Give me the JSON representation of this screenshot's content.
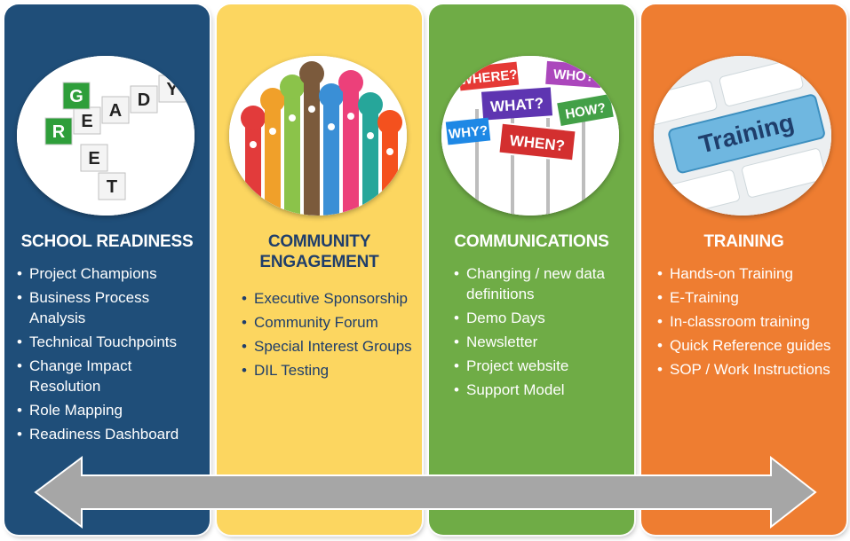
{
  "colors": {
    "school": "#1f4e79",
    "community": "#fcd660",
    "communications": "#6fac46",
    "training": "#ee7d31",
    "arrow": "#a6a6a6",
    "arrow_stroke": "#ffffff"
  },
  "panels": [
    {
      "id": "school-readiness",
      "image_label": "get-ready-dice-image",
      "title": "SCHOOL READINESS",
      "items": [
        "Project Champions",
        "Business Process Analysis",
        "Technical Touchpoints",
        "Change Impact Resolution",
        "Role Mapping",
        "Readiness Dashboard"
      ]
    },
    {
      "id": "community-engagement",
      "image_label": "raised-hands-image",
      "title": "COMMUNITY ENGAGEMENT",
      "items": [
        "Executive Sponsorship",
        "Community Forum",
        "Special Interest Groups",
        "DIL Testing"
      ]
    },
    {
      "id": "communications",
      "image_label": "question-signs-image",
      "title": "COMMUNICATIONS",
      "items": [
        "Changing / new data definitions",
        "Demo Days",
        "Newsletter",
        "Project website",
        "Support Model"
      ]
    },
    {
      "id": "training",
      "image_label": "training-key-image",
      "title": "TRAINING",
      "items": [
        "Hands-on Training",
        "E-Training",
        "In-classroom training",
        "Quick Reference guides",
        "SOP / Work Instructions"
      ]
    }
  ],
  "image_text": {
    "dice_top": [
      "R",
      "E",
      "A",
      "D",
      "Y"
    ],
    "dice_bottom": [
      "G",
      "E",
      "T"
    ],
    "signs": [
      "WHERE?",
      "WHO?",
      "WHAT?",
      "HOW?",
      "WHY?",
      "WHEN?"
    ],
    "key": "Training"
  }
}
